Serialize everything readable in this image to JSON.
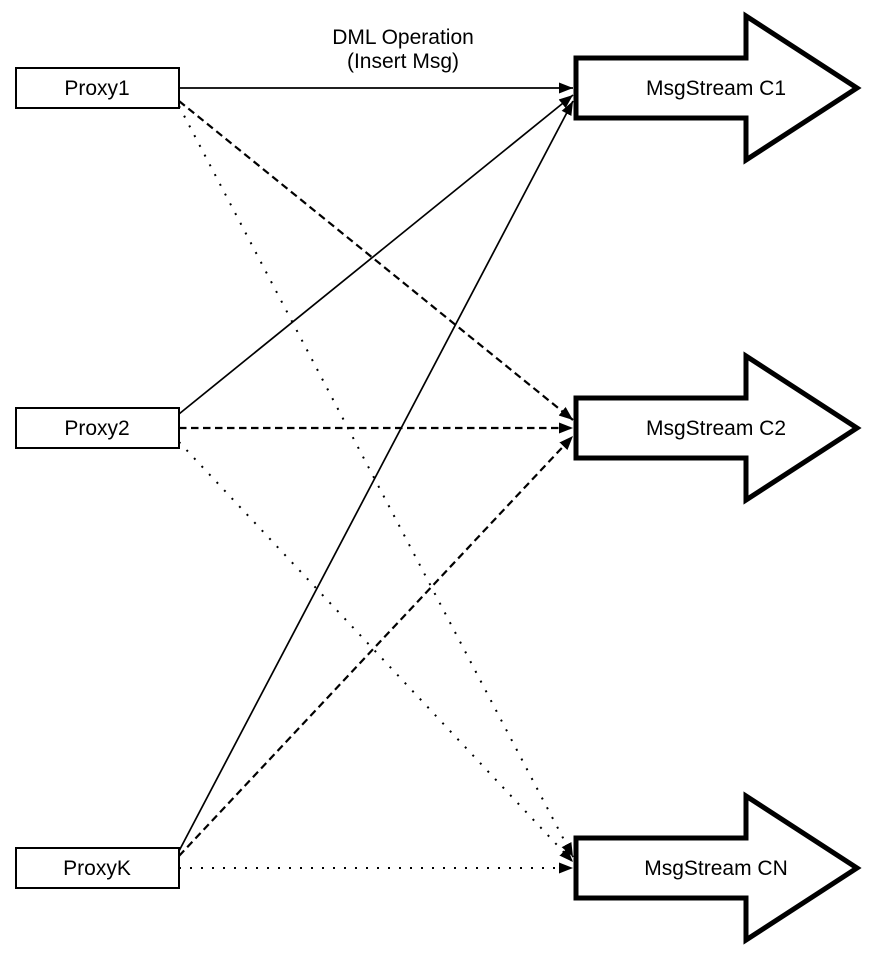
{
  "diagram": {
    "title": {
      "line1": "DML Operation",
      "line2": "(Insert Msg)"
    },
    "proxies": [
      {
        "label": "Proxy1"
      },
      {
        "label": "Proxy2"
      },
      {
        "label": "ProxyK"
      }
    ],
    "streams": [
      {
        "label": "MsgStream C1",
        "incoming_line_style": "solid"
      },
      {
        "label": "MsgStream C2",
        "incoming_line_style": "dashed"
      },
      {
        "label": "MsgStream CN",
        "incoming_line_style": "dotted"
      }
    ],
    "connections": [
      {
        "from": "Proxy1",
        "to": "MsgStream C1",
        "style": "solid"
      },
      {
        "from": "Proxy1",
        "to": "MsgStream C2",
        "style": "dashed"
      },
      {
        "from": "Proxy1",
        "to": "MsgStream CN",
        "style": "dotted"
      },
      {
        "from": "Proxy2",
        "to": "MsgStream C1",
        "style": "solid"
      },
      {
        "from": "Proxy2",
        "to": "MsgStream C2",
        "style": "dashed"
      },
      {
        "from": "Proxy2",
        "to": "MsgStream CN",
        "style": "dotted"
      },
      {
        "from": "ProxyK",
        "to": "MsgStream C1",
        "style": "solid"
      },
      {
        "from": "ProxyK",
        "to": "MsgStream C2",
        "style": "dashed"
      },
      {
        "from": "ProxyK",
        "to": "MsgStream CN",
        "style": "dotted"
      }
    ],
    "colors": {
      "stroke": "#000000",
      "shape_fill": "#ffffff",
      "background": "#ffffff"
    }
  }
}
